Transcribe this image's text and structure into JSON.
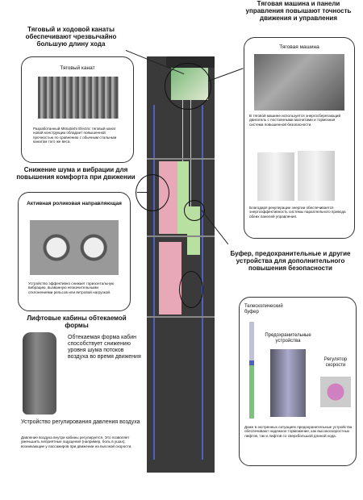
{
  "headings": {
    "traction_machine_panel": "Тяговая машина и панели управления повышают точность движения и управления",
    "ropes": "Тяговый и ходовой канаты обеспечивают чрезвычайно большую длину хода",
    "noise": "Снижение шума и вибрации для повышения комфорта при движении",
    "safety": "Буфер, предохранительные и другие устройства для дополнительного повышения безопасности",
    "cabin_shape": "Лифтовые кабины обтекаемой формы"
  },
  "rope_card": {
    "title": "Тяговый канат",
    "text": "Разработанный Mitsubishi Electric тяговый канат новой конструкции обладает повышенной прочностью по сравнению с обычным стальным канатом того же веса."
  },
  "machine_card": {
    "title": "Тяговая машина",
    "text1": "В тяговой машине используется энергосберегающий двигатель с постоянными магнитами и тормозная система повышенной безопасности.",
    "text2": "Благодаря рекуперации энергии обеспечивается энергоэффективность системы параллельного привода обеих панелей управления."
  },
  "roller_card": {
    "title": "Активная роликовая направляющая",
    "text": "Устройство эффективно снижает горизонтальную вибрацию, вызванную незначительными отклонениями рельсов или ветровой нагрузкой."
  },
  "cabin": {
    "text": "Обтекаемая форма кабин способствует снижению уровня шума потоков воздуха во время движения",
    "pressure_title": "Устройство регулирования давления воздуха",
    "pressure_text": "Давление воздуха внутри кабины регулируется. Это позволяет уменьшить неприятные ощущения (например, боль в ушах), возникающие у пассажиров при движении на высокой скорости."
  },
  "safety_card": {
    "buffer": "Телескопический буфер",
    "safety_devices": "Предохранительные устройства",
    "governor": "Регулятор скорости",
    "text": "Даже в экстренных ситуациях предохранительные устройства обеспечивают надежное торможение, как высокоскоростных лифтов, так и лифтов со сверхбольшой длиной хода."
  },
  "colors": {
    "shaft": "#3a3a3a",
    "cab_pink": "#e8a8b8",
    "cab_green": "#b8e0a0",
    "rail_blue": "#5060c0"
  }
}
